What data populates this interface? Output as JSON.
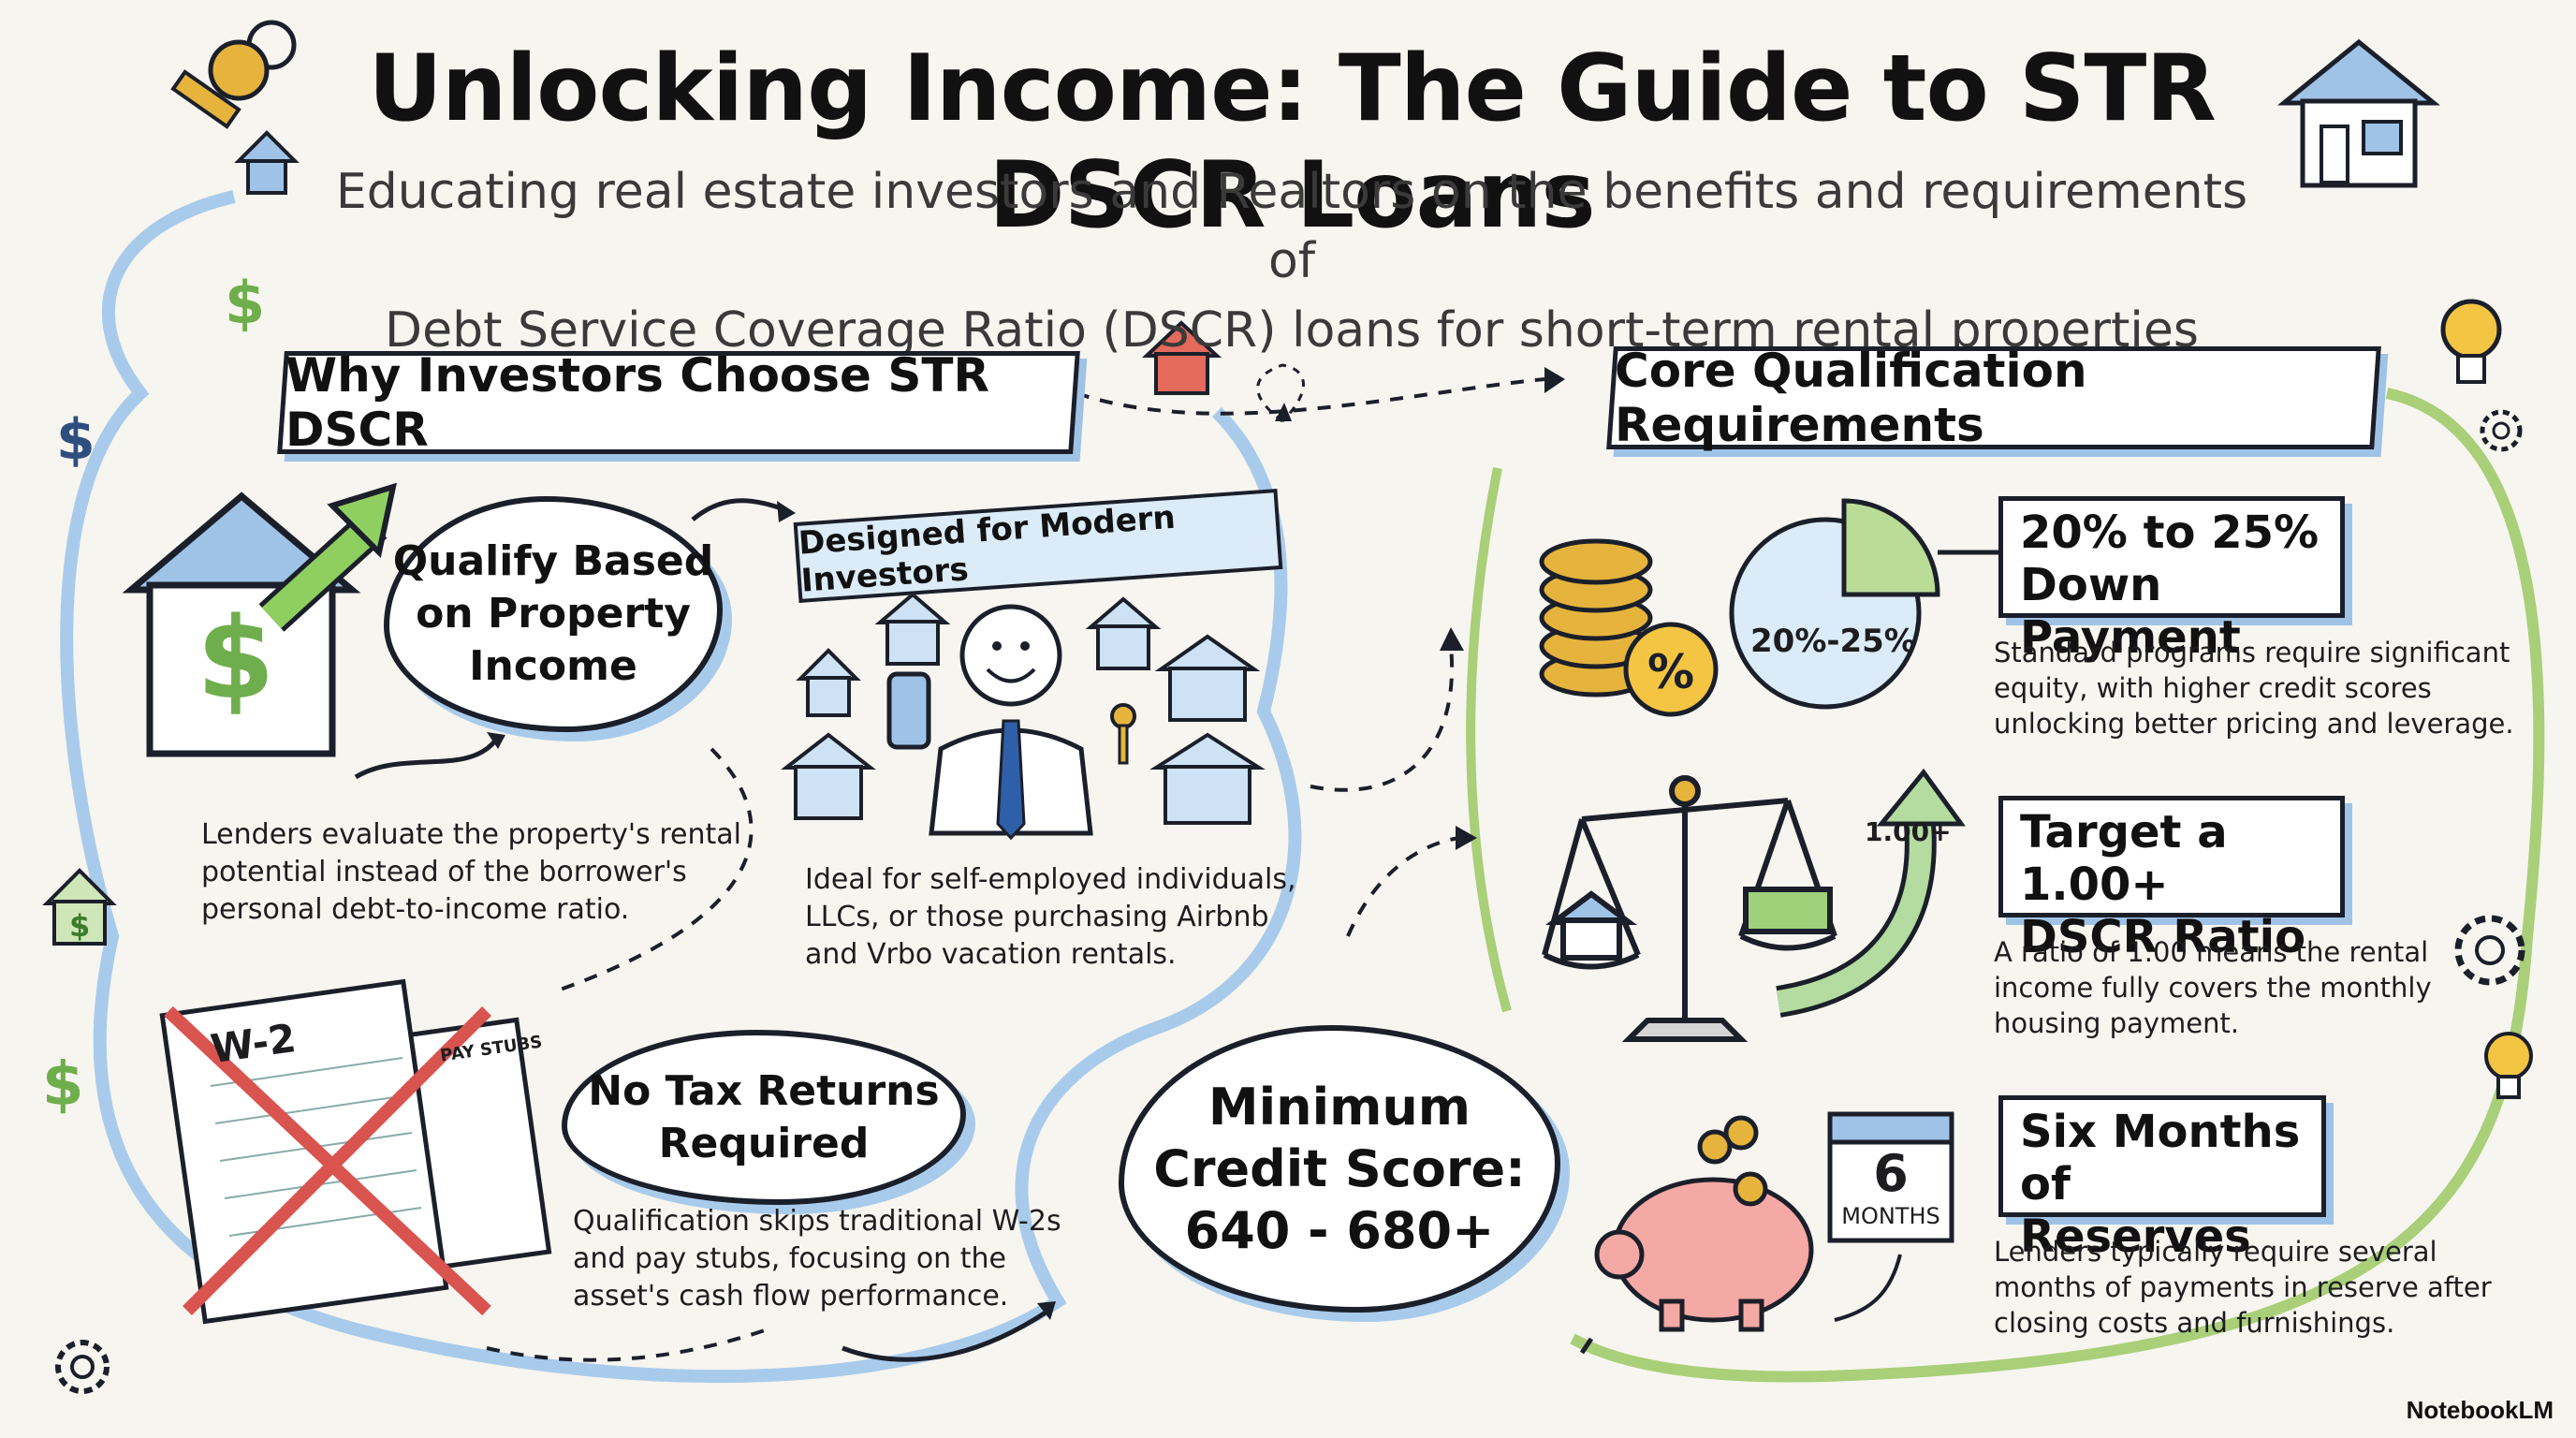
{
  "header": {
    "title": "Unlocking Income: The Guide to STR DSCR Loans",
    "subtitle_line1": "Educating real estate investors and Realtors on the benefits and requirements of",
    "subtitle_line2": "Debt Service Coverage Ratio (DSCR) loans for short-term rental properties"
  },
  "left_section": {
    "heading": "Why Investors Choose STR DSCR",
    "income_bubble": {
      "line1": "Qualify Based",
      "line2": "on Property",
      "line3": "Income",
      "desc1": "Lenders evaluate the property's rental",
      "desc2": "potential instead of the borrower's",
      "desc3": "personal debt-to-income ratio."
    },
    "modern": {
      "banner": "Designed for Modern Investors",
      "desc1": "Ideal for self-employed individuals,",
      "desc2": "LLCs, or those purchasing Airbnb",
      "desc3": "and Vrbo vacation rentals."
    },
    "tax_bubble": {
      "line1": "No Tax Returns",
      "line2": "Required",
      "desc1": "Qualification skips traditional W-2s",
      "desc2": "and pay stubs, focusing on the",
      "desc3": "asset's cash flow performance.",
      "doc_label": "W-2",
      "doc_label2": "PAY STUBS"
    },
    "credit_bubble": {
      "line1": "Minimum",
      "line2": "Credit Score:",
      "line3": "640 - 680+"
    }
  },
  "right_section": {
    "heading": "Core Qualification Requirements",
    "down_payment": {
      "title1": "20% to 25%",
      "title2": "Down Payment",
      "pie_label": "20%-25%",
      "desc1": "Standard programs require significant",
      "desc2": "equity, with higher credit scores",
      "desc3": "unlocking better pricing and leverage."
    },
    "dscr": {
      "title1": "Target a 1.00+",
      "title2": "DSCR Ratio",
      "arrow_label": "1.00+",
      "desc1": "A ratio of 1.00 means the rental",
      "desc2": "income fully covers the monthly",
      "desc3": "housing payment."
    },
    "reserves": {
      "title1": "Six Months of",
      "title2": "Reserves",
      "calendar_number": "6",
      "calendar_label": "MONTHS",
      "desc1": "Lenders typically require several",
      "desc2": "months of payments in reserve after",
      "desc3": "closing costs and furnishings."
    }
  },
  "footer": {
    "brand": "NotebookLM"
  },
  "colors": {
    "accent_blue": "#9fc3e6",
    "accent_green": "#8fbf5a",
    "outline": "#1b1f2a",
    "x_red": "#d9534f",
    "gold": "#e6b43c"
  }
}
